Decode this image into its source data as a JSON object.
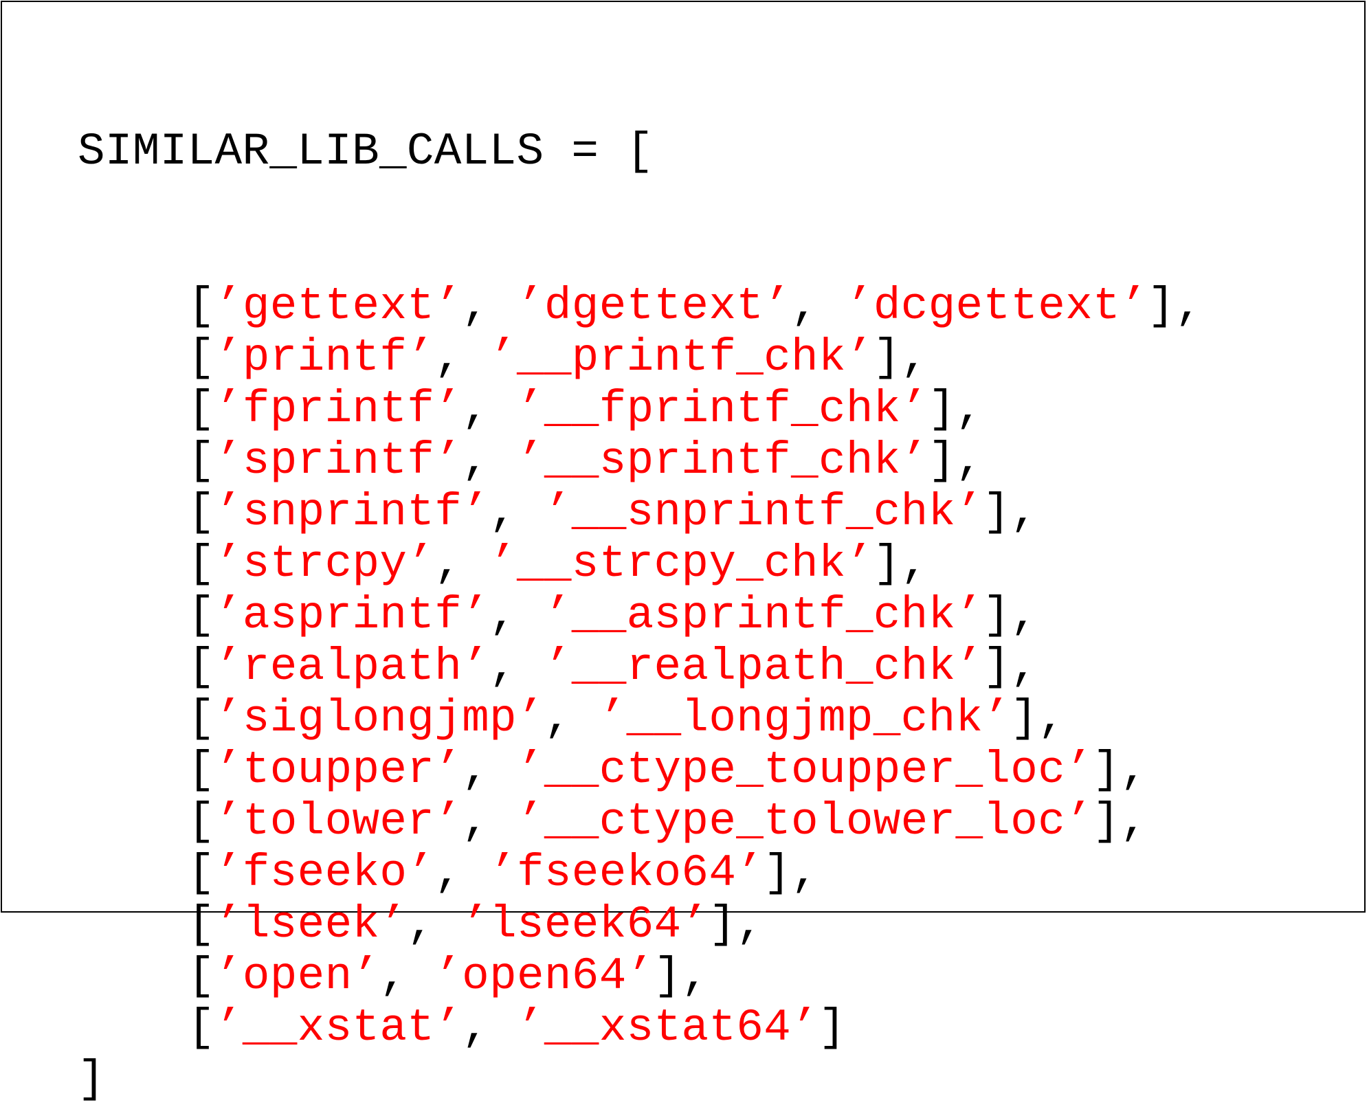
{
  "variable_name": "SIMILAR_LIB_CALLS",
  "assign": " = [",
  "closing": "]",
  "colors": {
    "string": "#ff0000",
    "text": "#000000"
  },
  "rows": [
    [
      "gettext",
      "dgettext",
      "dcgettext"
    ],
    [
      "printf",
      "__printf_chk"
    ],
    [
      "fprintf",
      "__fprintf_chk"
    ],
    [
      "sprintf",
      "__sprintf_chk"
    ],
    [
      "snprintf",
      "__snprintf_chk"
    ],
    [
      "strcpy",
      "__strcpy_chk"
    ],
    [
      "asprintf",
      "__asprintf_chk"
    ],
    [
      "realpath",
      "__realpath_chk"
    ],
    [
      "siglongjmp",
      "__longjmp_chk"
    ],
    [
      "toupper",
      "__ctype_toupper_loc"
    ],
    [
      "tolower",
      "__ctype_tolower_loc"
    ],
    [
      "fseeko",
      "fseeko64"
    ],
    [
      "lseek",
      "lseek64"
    ],
    [
      "open",
      "open64"
    ],
    [
      "__xstat",
      "__xstat64"
    ]
  ]
}
